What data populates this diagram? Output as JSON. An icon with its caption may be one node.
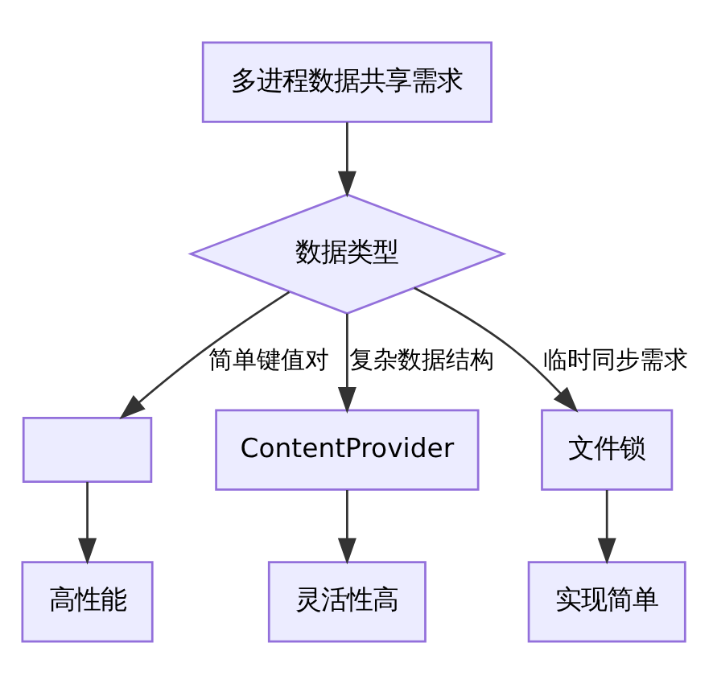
{
  "diagram": {
    "nodes": [
      {
        "text": [
          "多进程数据共享需求"
        ]
      },
      {
        "text": [
          "数据类型"
        ]
      },
      {
        "text": [],
        "shape": "box"
      },
      {
        "text": [
          "ContentProvider"
        ]
      },
      {
        "text": [
          "文件锁"
        ]
      },
      {
        "text": [
          "高性能"
        ]
      },
      {
        "text": [
          "灵活性高"
        ]
      },
      {
        "text": [
          "实现简单"
        ]
      }
    ],
    "edges": [
      {
        "from": 0,
        "to": 1,
        "arrow": "to"
      },
      {
        "from": 1,
        "to": 2,
        "label": "简单键值对",
        "arrow": "to"
      },
      {
        "from": 1,
        "to": 3,
        "label": "复杂数据结构",
        "arrow": "to"
      },
      {
        "from": 1,
        "to": 4,
        "label": "临时同步需求",
        "arrow": "to"
      },
      {
        "from": 2,
        "to": 5,
        "arrow": "to"
      },
      {
        "from": 3,
        "to": 6,
        "arrow": "to"
      },
      {
        "from": 4,
        "to": 7,
        "arrow": "to"
      }
    ]
  }
}
